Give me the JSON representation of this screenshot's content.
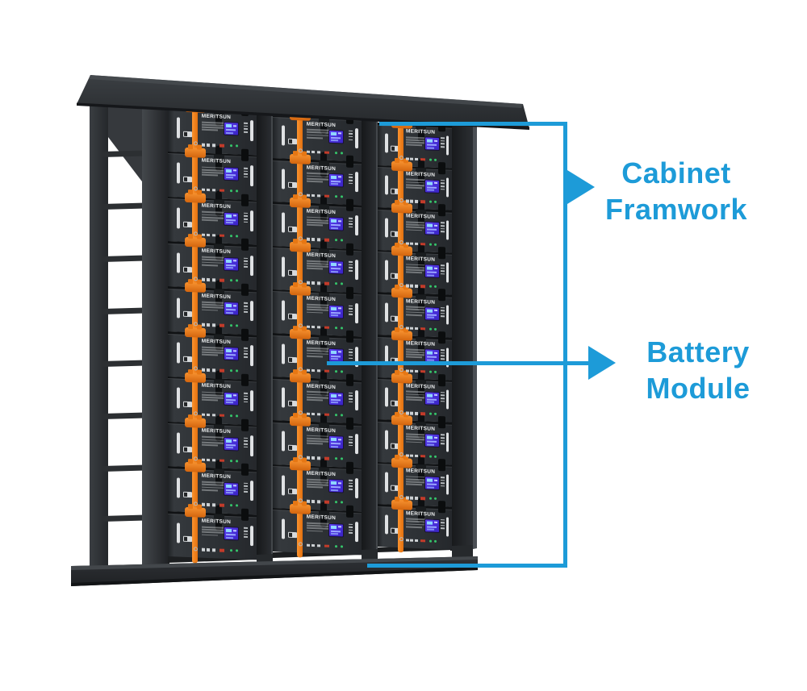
{
  "product": {
    "brand": "MERITSUN",
    "columns": 3,
    "modules_per_column": 10
  },
  "annotations": {
    "color": "#1D9BD8",
    "items": [
      {
        "id": "cabinet-framework",
        "label": "Cabinet Framwork"
      },
      {
        "id": "battery-module",
        "label": "Battery Module"
      }
    ]
  },
  "colors": {
    "accent_blue": "#1D9BD8",
    "cabinet_dark": "#2B2E32",
    "cable_orange": "#EE7A1A",
    "display_purple": "#4A31E0",
    "led_green": "#35C46A",
    "chip_red": "#C23B2A"
  }
}
